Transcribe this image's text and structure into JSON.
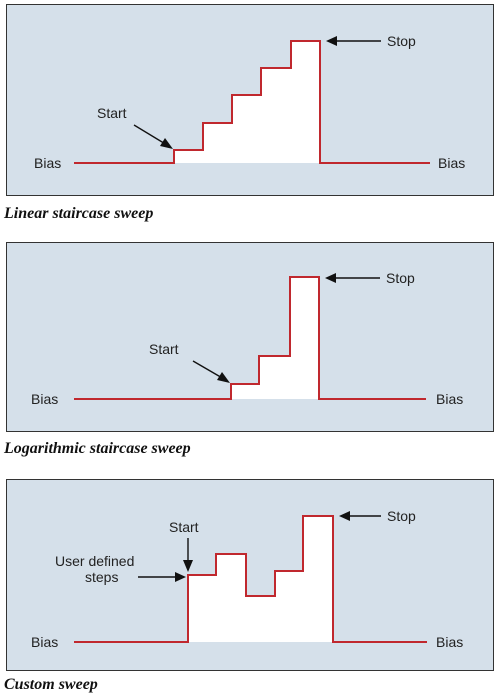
{
  "colors": {
    "panel_bg": "#d5e0ea",
    "trace": "#c0282e",
    "fill": "#ffffff",
    "arrow": "#111111"
  },
  "panels": [
    {
      "caption": "Linear staircase sweep",
      "labels": {
        "bias_left": "Bias",
        "bias_right": "Bias",
        "start": "Start",
        "stop": "Stop"
      }
    },
    {
      "caption": "Logarithmic staircase sweep",
      "labels": {
        "bias_left": "Bias",
        "bias_right": "Bias",
        "start": "Start",
        "stop": "Stop"
      }
    },
    {
      "caption": "Custom sweep",
      "labels": {
        "bias_left": "Bias",
        "bias_right": "Bias",
        "start": "Start",
        "stop": "Stop",
        "user_line1": "User defined",
        "user_line2": "steps"
      }
    }
  ]
}
